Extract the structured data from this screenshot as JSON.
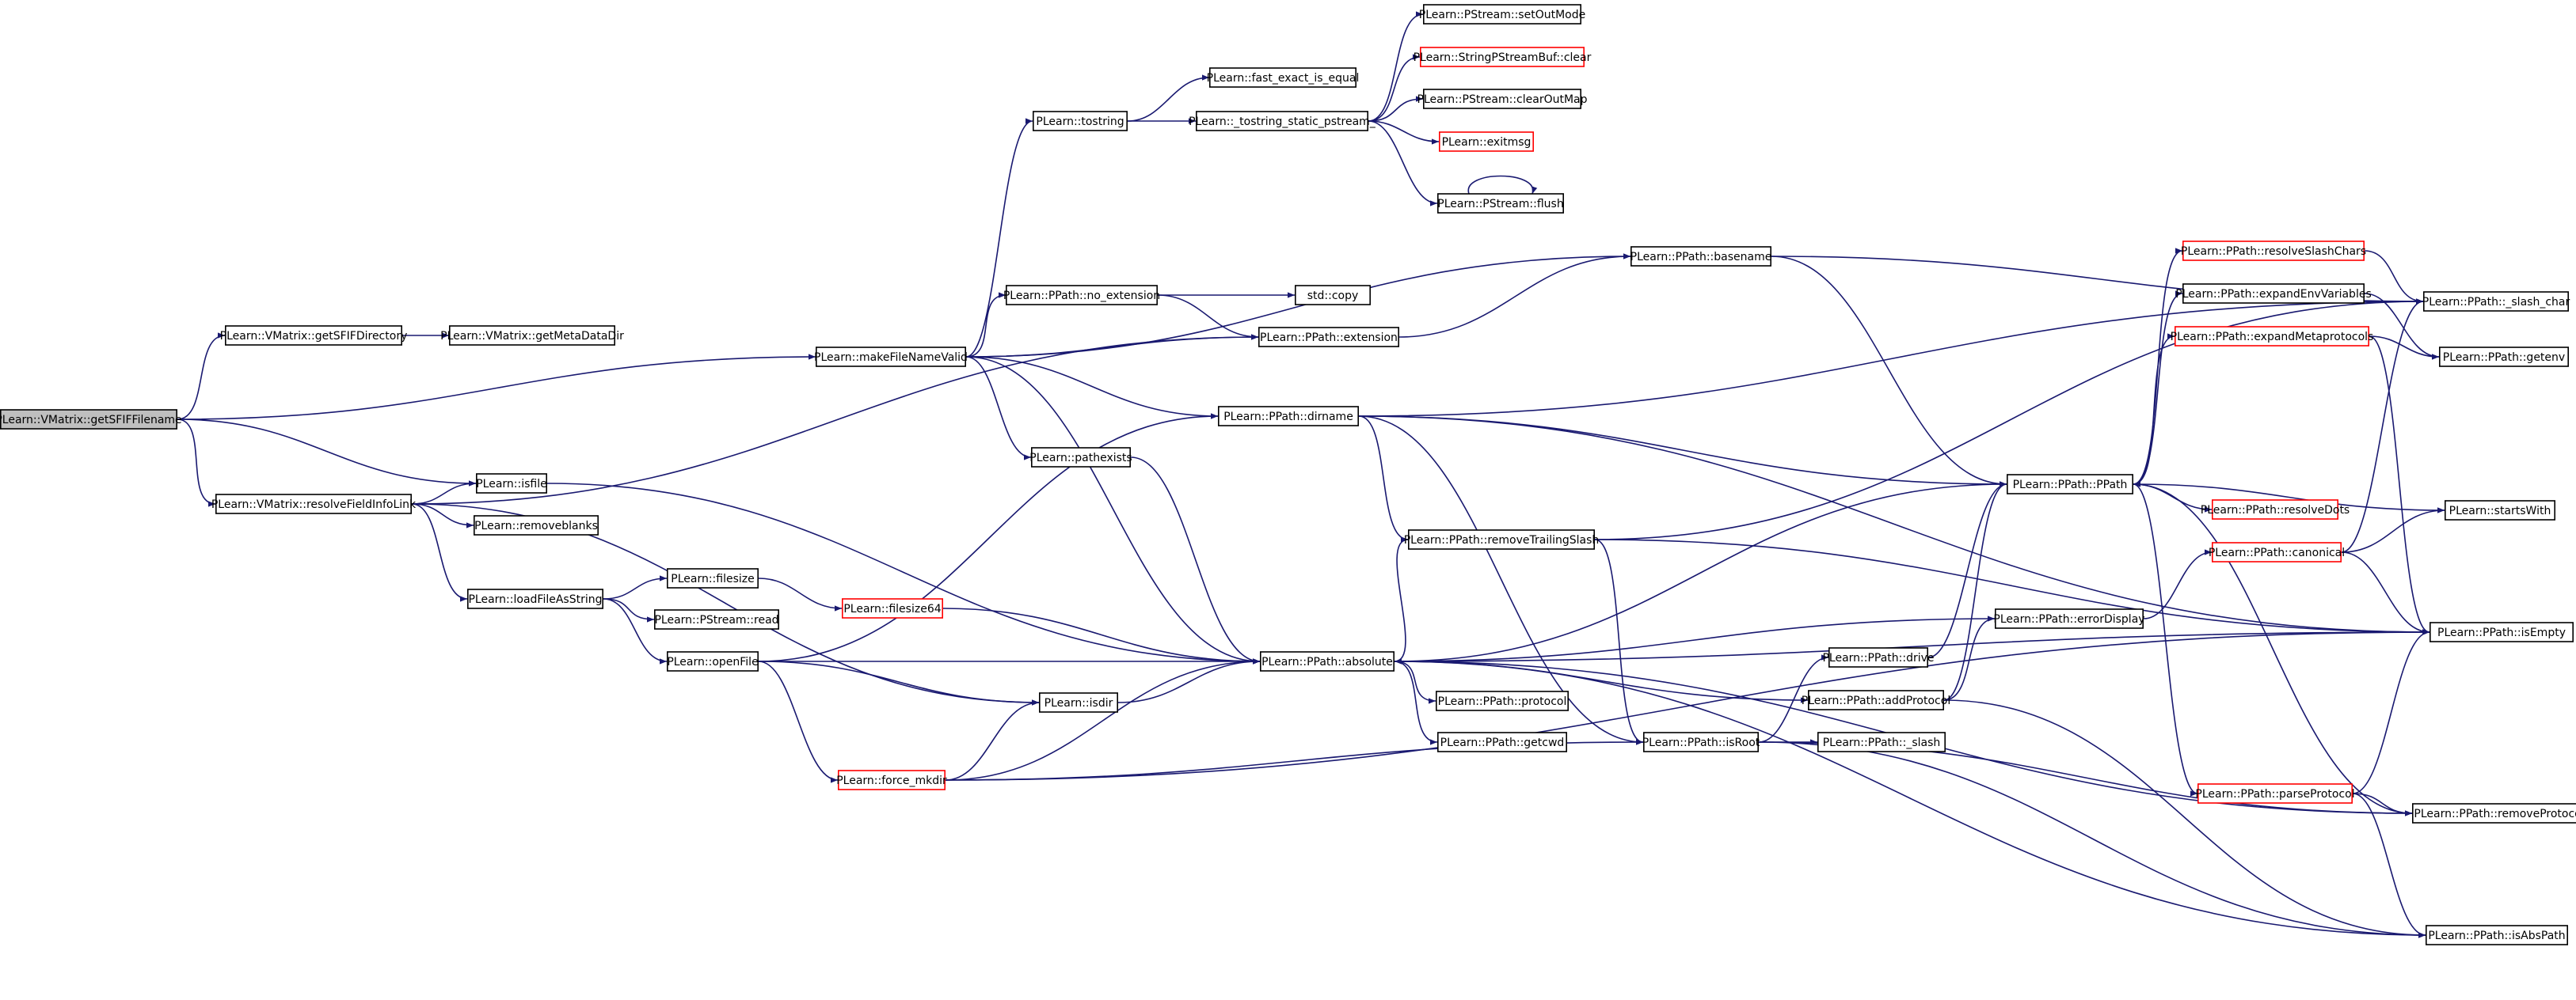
{
  "diagram": {
    "kind": "call-graph",
    "colors": {
      "edge": "#191970",
      "border_default": "#000000",
      "border_truncated": "#ff0000",
      "root_fill": "#bfbfbf",
      "fill": "#ffffff"
    },
    "nodes": [
      {
        "id": "root",
        "label": "PLearn::VMatrix::getSFIFFilename",
        "style": "root"
      },
      {
        "id": "getSFIFDirectory",
        "label": "PLearn::VMatrix::getSFIFDirectory",
        "style": "normal"
      },
      {
        "id": "getMetaDataDir",
        "label": "PLearn::VMatrix::getMetaDataDir",
        "style": "normal"
      },
      {
        "id": "resolveFieldInfoLink",
        "label": "PLearn::VMatrix::resolveFieldInfoLink",
        "style": "normal"
      },
      {
        "id": "isfile",
        "label": "PLearn::isfile",
        "style": "normal"
      },
      {
        "id": "removeblanks",
        "label": "PLearn::removeblanks",
        "style": "normal"
      },
      {
        "id": "loadFileAsString",
        "label": "PLearn::loadFileAsString",
        "style": "normal"
      },
      {
        "id": "filesize",
        "label": "PLearn::filesize",
        "style": "normal"
      },
      {
        "id": "PStream_read",
        "label": "PLearn::PStream::read",
        "style": "normal"
      },
      {
        "id": "openFile",
        "label": "PLearn::openFile",
        "style": "normal"
      },
      {
        "id": "filesize64",
        "label": "PLearn::filesize64",
        "style": "truncated"
      },
      {
        "id": "isdir",
        "label": "PLearn::isdir",
        "style": "normal"
      },
      {
        "id": "force_mkdir",
        "label": "PLearn::force_mkdir",
        "style": "truncated"
      },
      {
        "id": "makeFileNameValid",
        "label": "PLearn::makeFileNameValid",
        "style": "normal"
      },
      {
        "id": "tostring",
        "label": "PLearn::tostring",
        "style": "normal"
      },
      {
        "id": "fast_exact_is_equal",
        "label": "PLearn::fast_exact_is_equal",
        "style": "normal"
      },
      {
        "id": "tostring_static",
        "label": "PLearn::_tostring_static_pstream_",
        "style": "normal"
      },
      {
        "id": "setOutMode",
        "label": "PLearn::PStream::setOutMode",
        "style": "normal"
      },
      {
        "id": "StringPStreamBuf_clear",
        "label": "PLearn::StringPStreamBuf::clear",
        "style": "truncated"
      },
      {
        "id": "clearOutMap",
        "label": "PLearn::PStream::clearOutMap",
        "style": "normal"
      },
      {
        "id": "exitmsg",
        "label": "PLearn::exitmsg",
        "style": "truncated"
      },
      {
        "id": "flush",
        "label": "PLearn::PStream::flush",
        "style": "normal"
      },
      {
        "id": "no_extension",
        "label": "PLearn::PPath::no_extension",
        "style": "normal"
      },
      {
        "id": "std_copy",
        "label": "std::copy",
        "style": "normal"
      },
      {
        "id": "extension",
        "label": "PLearn::PPath::extension",
        "style": "normal"
      },
      {
        "id": "basename",
        "label": "PLearn::PPath::basename",
        "style": "normal"
      },
      {
        "id": "pathexists",
        "label": "PLearn::pathexists",
        "style": "normal"
      },
      {
        "id": "dirname",
        "label": "PLearn::PPath::dirname",
        "style": "normal"
      },
      {
        "id": "removeTrailingSlash",
        "label": "PLearn::PPath::removeTrailingSlash",
        "style": "normal"
      },
      {
        "id": "absolute",
        "label": "PLearn::PPath::absolute",
        "style": "normal"
      },
      {
        "id": "protocol",
        "label": "PLearn::PPath::protocol",
        "style": "normal"
      },
      {
        "id": "getcwd",
        "label": "PLearn::PPath::getcwd",
        "style": "normal"
      },
      {
        "id": "isRoot",
        "label": "PLearn::PPath::isRoot",
        "style": "normal"
      },
      {
        "id": "drive",
        "label": "PLearn::PPath::drive",
        "style": "normal"
      },
      {
        "id": "addProtocol",
        "label": "PLearn::PPath::addProtocol",
        "style": "normal"
      },
      {
        "id": "_slash",
        "label": "PLearn::PPath::_slash",
        "style": "normal"
      },
      {
        "id": "PPath_ctor",
        "label": "PLearn::PPath::PPath",
        "style": "normal"
      },
      {
        "id": "errorDisplay",
        "label": "PLearn::PPath::errorDisplay",
        "style": "normal"
      },
      {
        "id": "resolveSlashChars",
        "label": "PLearn::PPath::resolveSlashChars",
        "style": "truncated"
      },
      {
        "id": "expandEnvVariables",
        "label": "PLearn::PPath::expandEnvVariables",
        "style": "normal"
      },
      {
        "id": "expandMetaprotocols",
        "label": "PLearn::PPath::expandMetaprotocols",
        "style": "truncated"
      },
      {
        "id": "resolveDots",
        "label": "PLearn::PPath::resolveDots",
        "style": "truncated"
      },
      {
        "id": "canonical",
        "label": "PLearn::PPath::canonical",
        "style": "truncated"
      },
      {
        "id": "parseProtocol",
        "label": "PLearn::PPath::parseProtocol",
        "style": "truncated"
      },
      {
        "id": "_slash_char",
        "label": "PLearn::PPath::_slash_char",
        "style": "normal"
      },
      {
        "id": "getenv",
        "label": "PLearn::PPath::getenv",
        "style": "normal"
      },
      {
        "id": "startsWith",
        "label": "PLearn::startsWith",
        "style": "normal"
      },
      {
        "id": "isEmpty",
        "label": "PLearn::PPath::isEmpty",
        "style": "normal"
      },
      {
        "id": "removeProtocol",
        "label": "PLearn::PPath::removeProtocol",
        "style": "normal"
      },
      {
        "id": "isAbsPath",
        "label": "PLearn::PPath::isAbsPath",
        "style": "normal"
      }
    ],
    "edges": [
      [
        "root",
        "getSFIFDirectory"
      ],
      [
        "root",
        "makeFileNameValid"
      ],
      [
        "root",
        "resolveFieldInfoLink"
      ],
      [
        "root",
        "isfile"
      ],
      [
        "getSFIFDirectory",
        "getMetaDataDir"
      ],
      [
        "resolveFieldInfoLink",
        "isfile"
      ],
      [
        "resolveFieldInfoLink",
        "removeblanks"
      ],
      [
        "resolveFieldInfoLink",
        "loadFileAsString"
      ],
      [
        "resolveFieldInfoLink",
        "isdir"
      ],
      [
        "resolveFieldInfoLink",
        "extension"
      ],
      [
        "isfile",
        "absolute"
      ],
      [
        "loadFileAsString",
        "filesize"
      ],
      [
        "loadFileAsString",
        "PStream_read"
      ],
      [
        "loadFileAsString",
        "openFile"
      ],
      [
        "filesize",
        "filesize64"
      ],
      [
        "filesize64",
        "absolute"
      ],
      [
        "openFile",
        "absolute"
      ],
      [
        "openFile",
        "isdir"
      ],
      [
        "openFile",
        "force_mkdir"
      ],
      [
        "openFile",
        "dirname"
      ],
      [
        "isdir",
        "absolute"
      ],
      [
        "force_mkdir",
        "isdir"
      ],
      [
        "force_mkdir",
        "absolute"
      ],
      [
        "force_mkdir",
        "isRoot"
      ],
      [
        "force_mkdir",
        "isEmpty"
      ],
      [
        "makeFileNameValid",
        "tostring"
      ],
      [
        "makeFileNameValid",
        "no_extension"
      ],
      [
        "makeFileNameValid",
        "extension"
      ],
      [
        "makeFileNameValid",
        "basename"
      ],
      [
        "makeFileNameValid",
        "pathexists"
      ],
      [
        "makeFileNameValid",
        "dirname"
      ],
      [
        "makeFileNameValid",
        "absolute"
      ],
      [
        "tostring",
        "fast_exact_is_equal"
      ],
      [
        "tostring",
        "tostring_static"
      ],
      [
        "tostring_static",
        "setOutMode"
      ],
      [
        "tostring_static",
        "StringPStreamBuf_clear"
      ],
      [
        "tostring_static",
        "clearOutMap"
      ],
      [
        "tostring_static",
        "exitmsg"
      ],
      [
        "tostring_static",
        "flush"
      ],
      [
        "flush",
        "flush"
      ],
      [
        "no_extension",
        "std_copy"
      ],
      [
        "no_extension",
        "extension"
      ],
      [
        "extension",
        "basename"
      ],
      [
        "basename",
        "_slash_char"
      ],
      [
        "basename",
        "PPath_ctor"
      ],
      [
        "pathexists",
        "absolute"
      ],
      [
        "dirname",
        "_slash_char"
      ],
      [
        "dirname",
        "PPath_ctor"
      ],
      [
        "dirname",
        "removeTrailingSlash"
      ],
      [
        "dirname",
        "isRoot"
      ],
      [
        "dirname",
        "isEmpty"
      ],
      [
        "removeTrailingSlash",
        "_slash_char"
      ],
      [
        "removeTrailingSlash",
        "isRoot"
      ],
      [
        "removeTrailingSlash",
        "isEmpty"
      ],
      [
        "absolute",
        "removeTrailingSlash"
      ],
      [
        "absolute",
        "PPath_ctor"
      ],
      [
        "absolute",
        "protocol"
      ],
      [
        "absolute",
        "getcwd"
      ],
      [
        "absolute",
        "addProtocol"
      ],
      [
        "absolute",
        "isEmpty"
      ],
      [
        "absolute",
        "removeProtocol"
      ],
      [
        "absolute",
        "isAbsPath"
      ],
      [
        "isRoot",
        "drive"
      ],
      [
        "isRoot",
        "_slash"
      ],
      [
        "isRoot",
        "removeProtocol"
      ],
      [
        "isRoot",
        "isAbsPath"
      ],
      [
        "drive",
        "PPath_ctor"
      ],
      [
        "addProtocol",
        "PPath_ctor"
      ],
      [
        "addProtocol",
        "errorDisplay"
      ],
      [
        "addProtocol",
        "isAbsPath"
      ],
      [
        "errorDisplay",
        "absolute"
      ],
      [
        "errorDisplay",
        "canonical"
      ],
      [
        "PPath_ctor",
        "resolveSlashChars"
      ],
      [
        "PPath_ctor",
        "expandEnvVariables"
      ],
      [
        "PPath_ctor",
        "expandMetaprotocols"
      ],
      [
        "PPath_ctor",
        "resolveDots"
      ],
      [
        "PPath_ctor",
        "startsWith"
      ],
      [
        "PPath_ctor",
        "parseProtocol"
      ],
      [
        "resolveSlashChars",
        "_slash_char"
      ],
      [
        "expandEnvVariables",
        "getenv"
      ],
      [
        "expandMetaprotocols",
        "getenv"
      ],
      [
        "expandMetaprotocols",
        "isEmpty"
      ],
      [
        "canonical",
        "_slash_char"
      ],
      [
        "canonical",
        "startsWith"
      ],
      [
        "canonical",
        "isEmpty"
      ],
      [
        "parseProtocol",
        "isEmpty"
      ],
      [
        "parseProtocol",
        "removeProtocol"
      ],
      [
        "parseProtocol",
        "isAbsPath"
      ],
      [
        "removeProtocol",
        "PPath_ctor"
      ]
    ]
  }
}
